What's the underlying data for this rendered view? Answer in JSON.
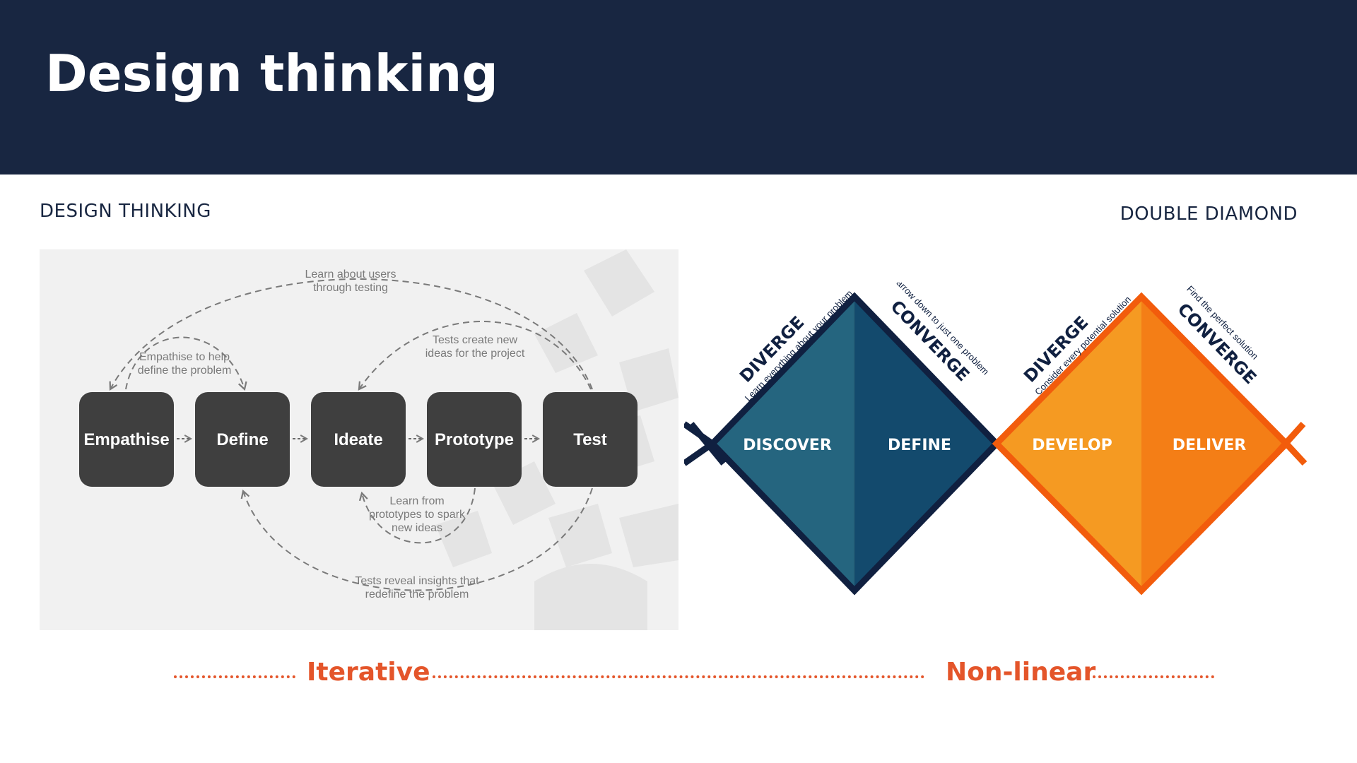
{
  "slide": {
    "title": "Design thinking",
    "left_label": "DESIGN THINKING",
    "right_label": "DOUBLE DIAMOND"
  },
  "design_thinking": {
    "steps": [
      "Empathise",
      "Define",
      "Ideate",
      "Prototype",
      "Test"
    ],
    "notes": {
      "learn_users_1": "Learn about users",
      "learn_users_2": "through testing",
      "empathise_1": "Empathise to help",
      "empathise_2": "define the problem",
      "tests_new_1": "Tests create new",
      "tests_new_2": "ideas for the project",
      "learn_proto_1": "Learn from",
      "learn_proto_2": "prototypes to spark",
      "learn_proto_3": "new ideas",
      "tests_reveal_1": "Tests reveal insights that",
      "tests_reveal_2": "redefine the problem"
    },
    "colors": {
      "box": "#3f3f3f",
      "box_text": "#ffffff",
      "note_text": "#7a7a7a",
      "arrow": "#7a7a7a"
    }
  },
  "double_diamond": {
    "phases": [
      "DISCOVER",
      "DEFINE",
      "DEVELOP",
      "DELIVER"
    ],
    "diverge_1": {
      "head": "DIVERGE",
      "sub": "Learn everything about your problem"
    },
    "converge_1": {
      "head": "CONVERGE",
      "sub": "Narrow down to just one problem"
    },
    "diverge_2": {
      "head": "DIVERGE",
      "sub": "Consider every potential solution"
    },
    "converge_2": {
      "head": "CONVERGE",
      "sub": "Find the perfect solution"
    },
    "colors": {
      "discover": "#25657f",
      "define": "#134a6d",
      "navy": "#102040",
      "develop": "#f59a22",
      "deliver": "#f47e16",
      "orange_line": "#f25c0c"
    }
  },
  "bottom": {
    "iterative": "Iterative",
    "nonlinear": "Non-linear",
    "color": "#e4552a"
  }
}
